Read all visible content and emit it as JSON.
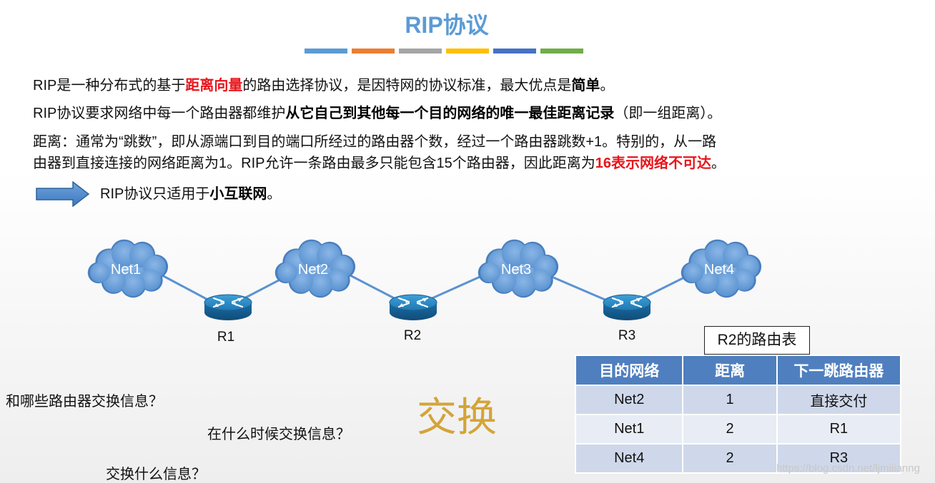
{
  "title": "RIP协议",
  "accent_colors": [
    "#5b9bd5",
    "#ed7d31",
    "#a5a5a5",
    "#ffc000",
    "#4472c4",
    "#70ad47"
  ],
  "paragraphs": {
    "p1": {
      "a": "RIP是一种分布式的基于",
      "b": "距离向量",
      "c": "的路由选择协议，是因特网的协议标准，最大优点是",
      "d": "简单",
      "e": "。"
    },
    "p2": {
      "a": "RIP协议要求网络中每一个路由器都维护",
      "b": "从它自己到其他每一个目的网络的唯一最佳距离记录",
      "c": "（即一组距离）。"
    },
    "p3": {
      "line1": "距离：通常为“跳数”，即从源端口到目的端口所经过的路由器个数，经过一个路由器跳数+1。特别的，从一路",
      "line2a": "由器到直接连接的网络距离为1。RIP允许一条路由最多只能包含15个路由器，因此距离为",
      "line2b": "16表示网络不可达",
      "line2c": "。"
    }
  },
  "arrow_note": {
    "a": "RIP协议只适用于",
    "b": "小互联网",
    "c": "。"
  },
  "diagram": {
    "networks": [
      "Net1",
      "Net2",
      "Net3",
      "Net4"
    ],
    "routers": [
      "R1",
      "R2",
      "R3"
    ]
  },
  "routing_table": {
    "caption": "R2的路由表",
    "headers": [
      "目的网络",
      "距离",
      "下一跳路由器"
    ],
    "rows": [
      [
        "Net2",
        "1",
        "直接交付"
      ],
      [
        "Net1",
        "2",
        "R1"
      ],
      [
        "Net4",
        "2",
        "R3"
      ]
    ]
  },
  "questions": {
    "q1": "和哪些路由器交换信息？",
    "q2": "在什么时候交换信息？",
    "q3": "交换什么信息？"
  },
  "big_word": "交换",
  "watermark": "https://blog.csdn.net/ljmiiianng"
}
